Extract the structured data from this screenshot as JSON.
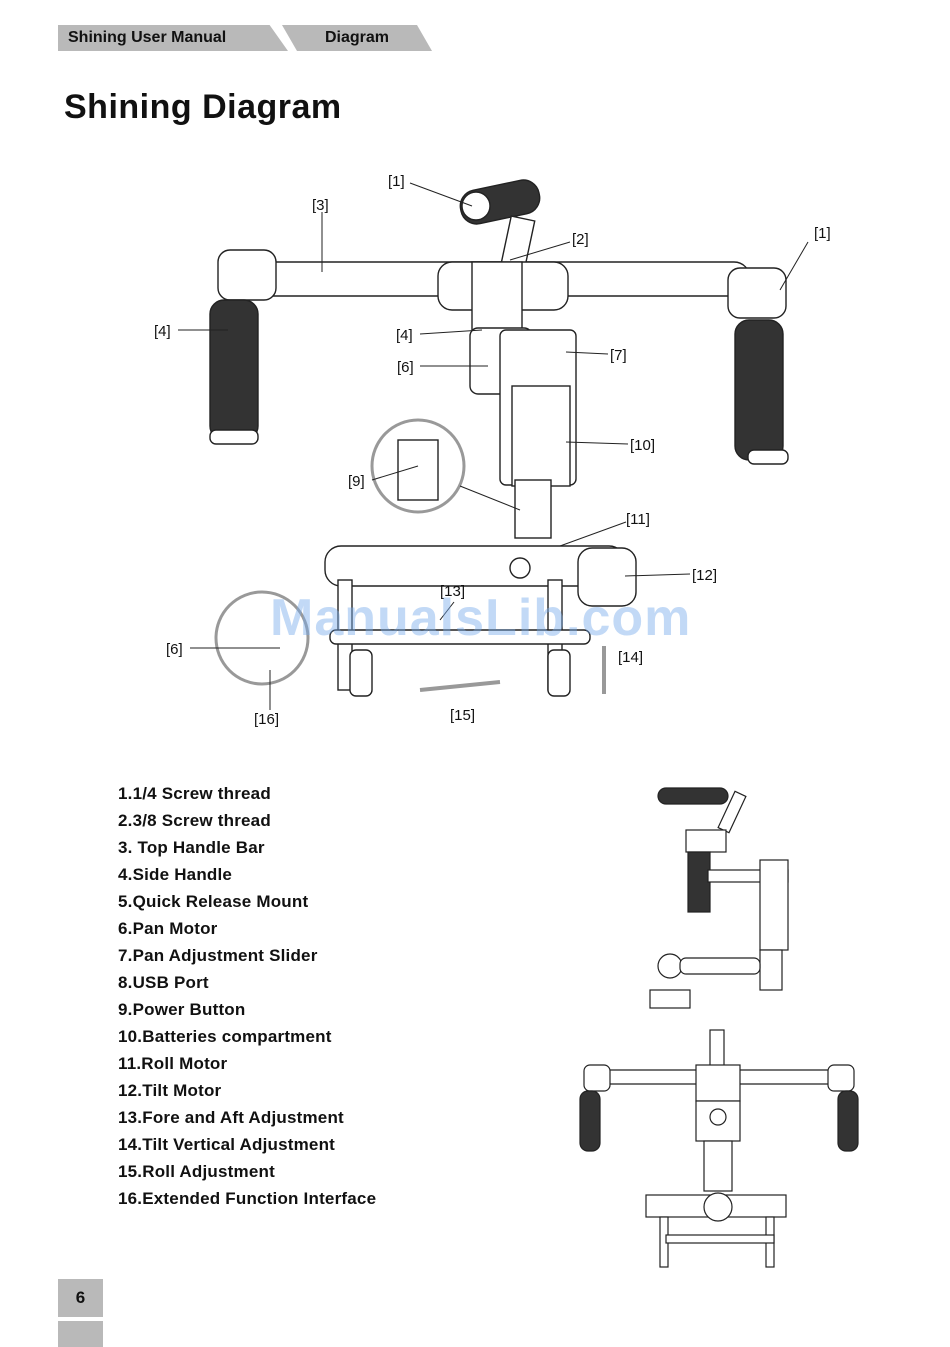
{
  "header": {
    "manual_tab": "Shining User Manual",
    "section_tab": "Diagram"
  },
  "page_title": "Shining Diagram",
  "callouts": {
    "c1a": "[1]",
    "c1b": "[1]",
    "c2": "[2]",
    "c3": "[3]",
    "c4a": "[4]",
    "c4b": "[4]",
    "c6a": "[6]",
    "c6b": "[6]",
    "c7": "[7]",
    "c9": "[9]",
    "c10": "[10]",
    "c11": "[11]",
    "c12": "[12]",
    "c13": "[13]",
    "c14": "[14]",
    "c15": "[15]",
    "c16": "[16]"
  },
  "parts": [
    "1.1/4 Screw thread",
    "2.3/8 Screw thread",
    "3. Top Handle Bar",
    "4.Side Handle",
    "5.Quick Release Mount",
    "6.Pan Motor",
    "7.Pan Adjustment Slider",
    "8.USB Port",
    "9.Power Button",
    "10.Batteries compartment",
    "11.Roll Motor",
    "12.Tilt Motor",
    "13.Fore and Aft Adjustment",
    "14.Tilt Vertical Adjustment",
    "15.Roll Adjustment",
    "16.Extended Function Interface"
  ],
  "watermark": "ManualsLib.com",
  "page_number": "6"
}
